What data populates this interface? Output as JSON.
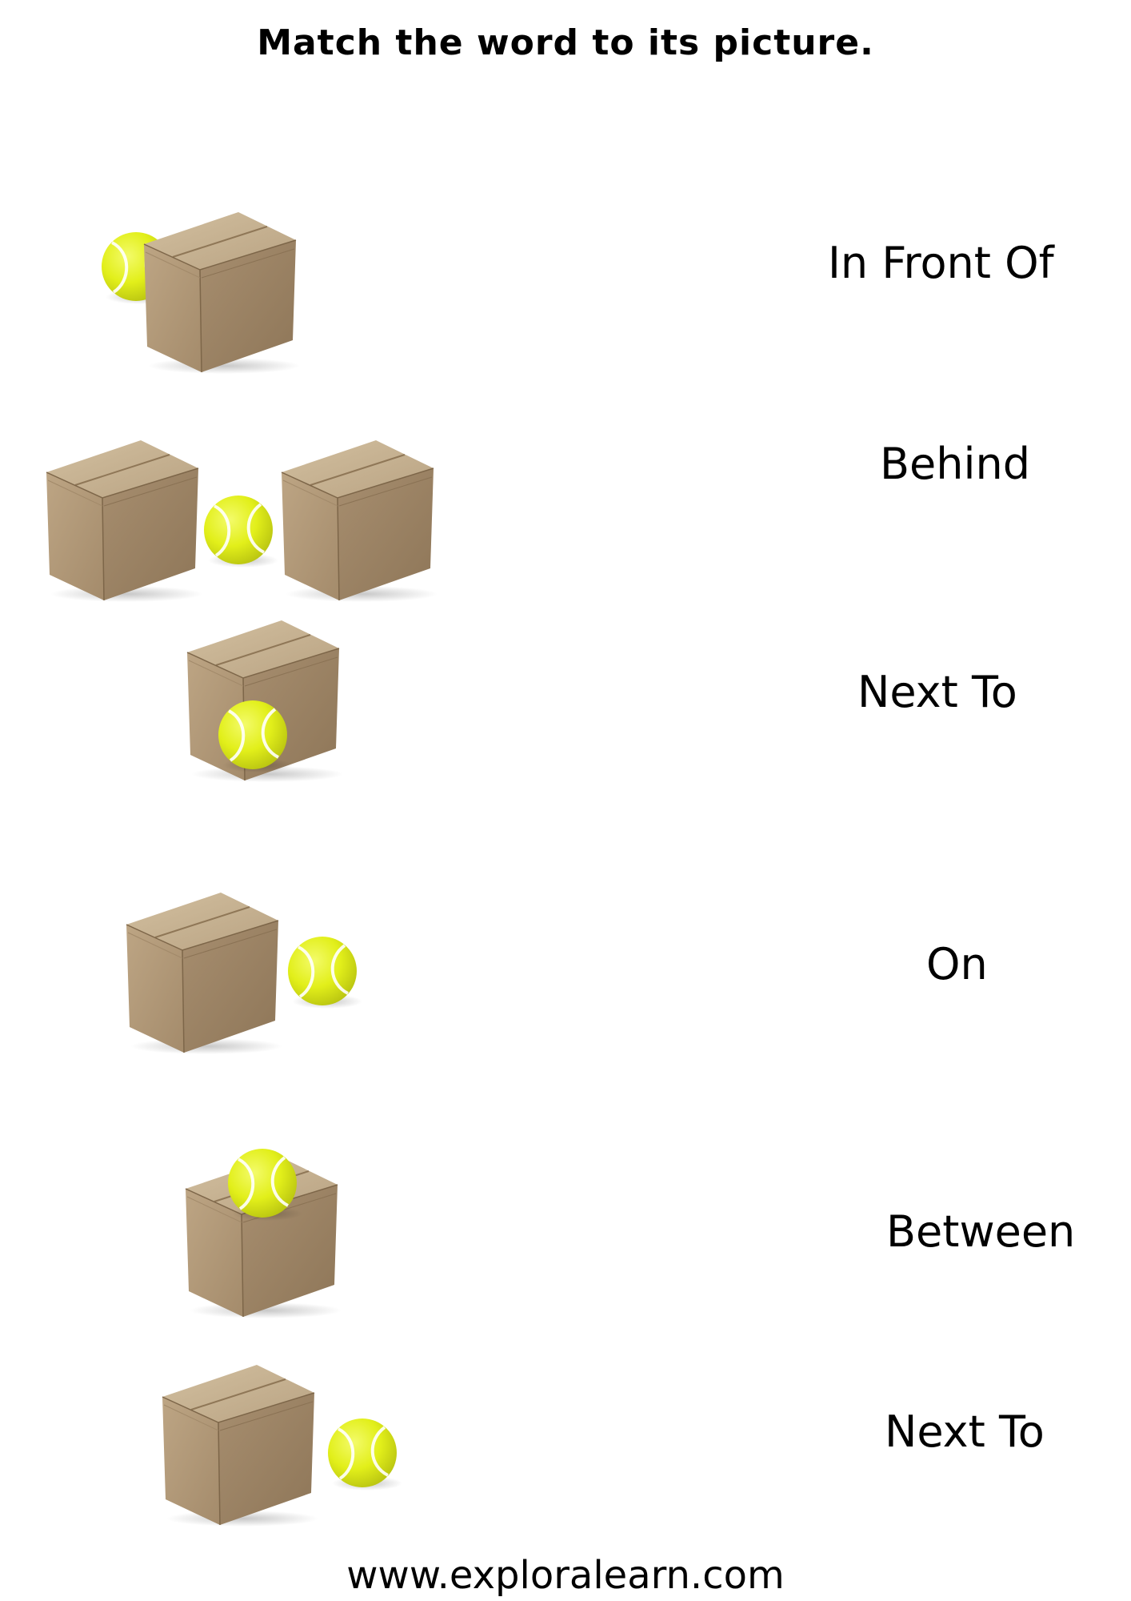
{
  "title": "Match the word to its picture.",
  "words": [
    "In Front Of",
    "Behind",
    "Next To",
    "On",
    "Between",
    "Next To"
  ],
  "footer": "www.exploralearn.com",
  "pictures": [
    "ball-behind-box",
    "ball-between-boxes",
    "ball-in-front-of-box",
    "ball-next-to-box",
    "ball-on-box",
    "ball-next-to-box"
  ],
  "colors": {
    "box_front": "#b39b7c",
    "box_side": "#9c8466",
    "box_top": "#c9b596",
    "ball": "#e4f11c",
    "ball_seam": "#ffffff"
  }
}
